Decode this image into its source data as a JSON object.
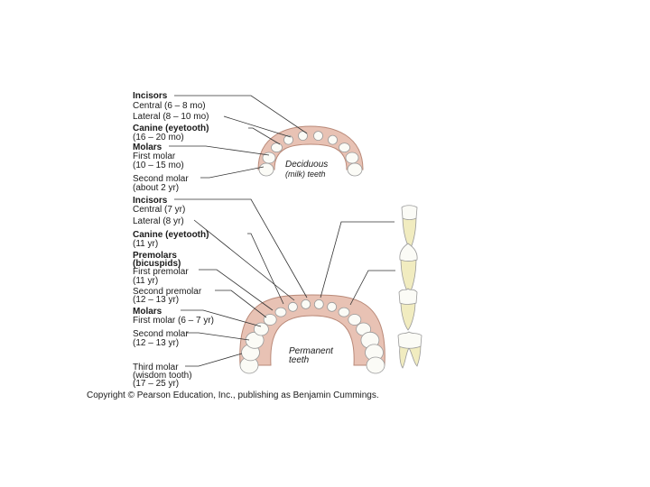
{
  "deciduous": {
    "labels": [
      {
        "text": "Incisors",
        "bold": true
      },
      {
        "text": "Central (6 – 8 mo)",
        "bold": false
      },
      {
        "text": "Lateral (8 – 10 mo)",
        "bold": false
      },
      {
        "text": "Canine (eyetooth)",
        "bold": true
      },
      {
        "text": "(16 – 20 mo)",
        "bold": false
      },
      {
        "text": "Molars",
        "bold": true
      },
      {
        "text": "First molar",
        "bold": false
      },
      {
        "text": "(10 – 15 mo)",
        "bold": false
      },
      {
        "text": "Second molar",
        "bold": false
      },
      {
        "text": "(about 2 yr)",
        "bold": false
      }
    ],
    "arch_title": "Deciduous",
    "arch_subtitle": "(milk) teeth"
  },
  "permanent": {
    "labels": [
      {
        "text": "Incisors",
        "bold": true
      },
      {
        "text": "Central (7 yr)",
        "bold": false
      },
      {
        "text": "Lateral (8 yr)",
        "bold": false
      },
      {
        "text": "Canine (eyetooth)",
        "bold": true
      },
      {
        "text": "(11 yr)",
        "bold": false
      },
      {
        "text": "Premolars",
        "bold": true
      },
      {
        "text": "(bicuspids)",
        "bold": true
      },
      {
        "text": "First premolar",
        "bold": false
      },
      {
        "text": "(11 yr)",
        "bold": false
      },
      {
        "text": "Second premolar",
        "bold": false
      },
      {
        "text": "(12 – 13 yr)",
        "bold": false
      },
      {
        "text": "Molars",
        "bold": true
      },
      {
        "text": "First molar (6 – 7 yr)",
        "bold": false
      },
      {
        "text": "Second molar",
        "bold": false
      },
      {
        "text": "(12 – 13 yr)",
        "bold": false
      },
      {
        "text": "Third molar",
        "bold": false
      },
      {
        "text": "(wisdom tooth)",
        "bold": false
      },
      {
        "text": "(17 – 25 yr)",
        "bold": false
      }
    ],
    "arch_title": "Permanent",
    "arch_subtitle": "teeth"
  },
  "copyright": "Copyright © Pearson Education, Inc., publishing as Benjamin Cummings.",
  "colors": {
    "gum": "#e8c2b4",
    "gum_edge": "#b98978",
    "tooth": "#fbfbf6",
    "tooth_edge": "#9a9a9a",
    "root": "#f1ecc0",
    "leader": "#333333"
  }
}
